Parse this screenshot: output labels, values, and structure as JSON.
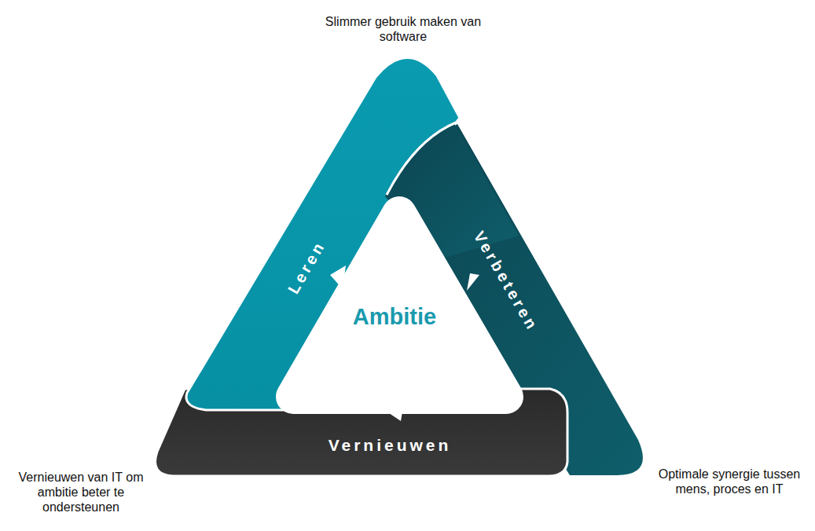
{
  "diagram": {
    "nodes": [
      {
        "text": [
          "Leren"
        ]
      },
      {
        "text": [
          "Verbeteren"
        ]
      },
      {
        "text": [
          "Ambitie"
        ]
      },
      {
        "text": [
          "Vernieuwen"
        ]
      }
    ],
    "labels": [
      "Slimmer gebruik maken van software",
      "Vernieuwen van IT om ambitie beter te ondersteunen",
      "Optimale synergie tussen mens, proces en IT"
    ]
  }
}
